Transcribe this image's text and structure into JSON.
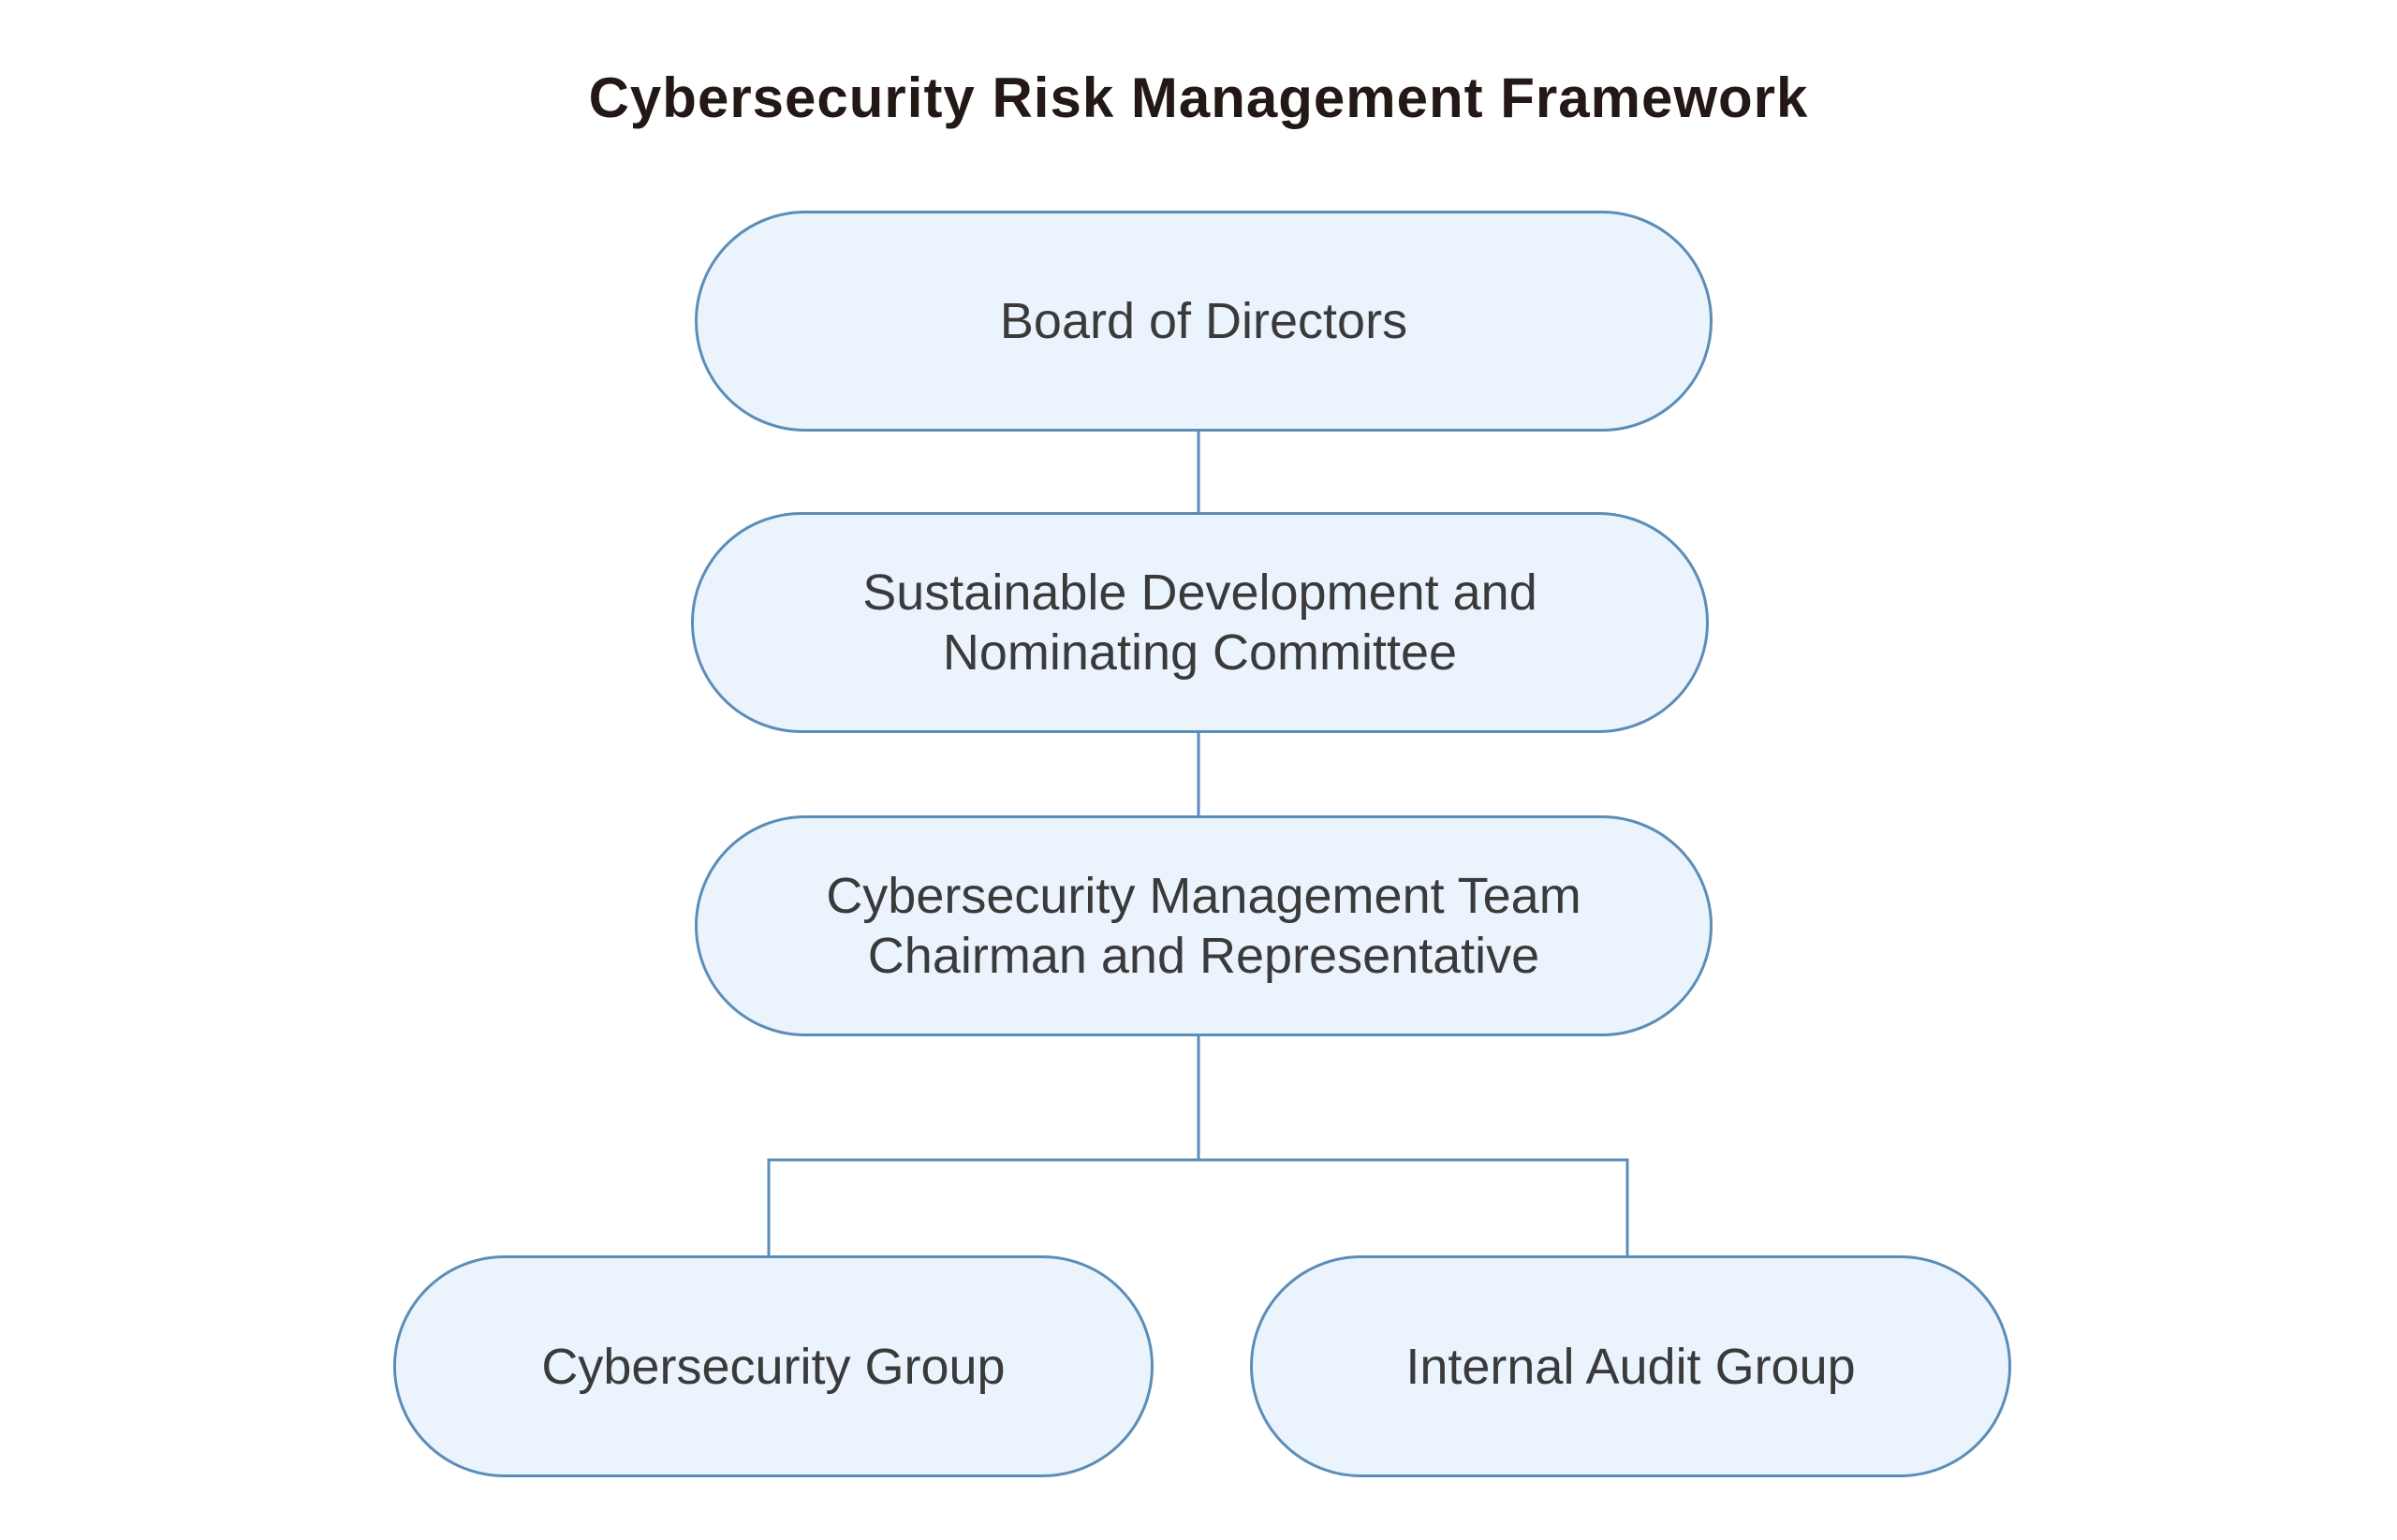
{
  "title": "Cybersecurity Risk Management Framework",
  "colors": {
    "border": "#5b8db8",
    "fill": "#ebf4fc",
    "text": "#3a3a3a",
    "title": "#231815"
  },
  "nodes": {
    "board": {
      "lines": [
        "Board of Directors"
      ]
    },
    "committee": {
      "lines": [
        "Sustainable Development and",
        "Nominating Committee"
      ]
    },
    "team": {
      "lines": [
        "Cybersecurity Management Team",
        "Chairman and Representative"
      ]
    },
    "cyber_group": {
      "lines": [
        "Cybersecurity Group"
      ]
    },
    "audit_group": {
      "lines": [
        "Internal Audit Group"
      ]
    }
  }
}
